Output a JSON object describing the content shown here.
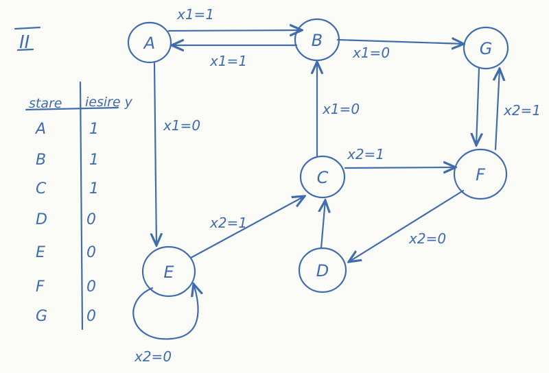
{
  "section_label": "II",
  "table": {
    "headers": [
      "stare",
      "iesire y"
    ],
    "rows": [
      {
        "state": "A",
        "output": "1"
      },
      {
        "state": "B",
        "output": "1"
      },
      {
        "state": "C",
        "output": "1"
      },
      {
        "state": "D",
        "output": "0"
      },
      {
        "state": "E",
        "output": "0"
      },
      {
        "state": "F",
        "output": "0"
      },
      {
        "state": "G",
        "output": "0"
      }
    ]
  },
  "nodes": [
    {
      "id": "A",
      "label": "A"
    },
    {
      "id": "B",
      "label": "B"
    },
    {
      "id": "G",
      "label": "G"
    },
    {
      "id": "C",
      "label": "C"
    },
    {
      "id": "F",
      "label": "F"
    },
    {
      "id": "D",
      "label": "D"
    },
    {
      "id": "E",
      "label": "E"
    }
  ],
  "edges": [
    {
      "from": "A",
      "to": "B",
      "label": "x1=1"
    },
    {
      "from": "B",
      "to": "A",
      "label": "x1=1"
    },
    {
      "from": "B",
      "to": "G",
      "label": "x1=0"
    },
    {
      "from": "A",
      "to": "E",
      "label": "x1=0"
    },
    {
      "from": "C",
      "to": "B",
      "label": "x1=0"
    },
    {
      "from": "C",
      "to": "F",
      "label": "x2=1"
    },
    {
      "from": "G",
      "to": "F",
      "label": ""
    },
    {
      "from": "F",
      "to": "G",
      "label": "x2=1"
    },
    {
      "from": "F",
      "to": "D",
      "label": "x2=0"
    },
    {
      "from": "D",
      "to": "C",
      "label": ""
    },
    {
      "from": "E",
      "to": "C",
      "label": "x2=1"
    },
    {
      "from": "E",
      "to": "E",
      "label": "x2=0"
    }
  ]
}
